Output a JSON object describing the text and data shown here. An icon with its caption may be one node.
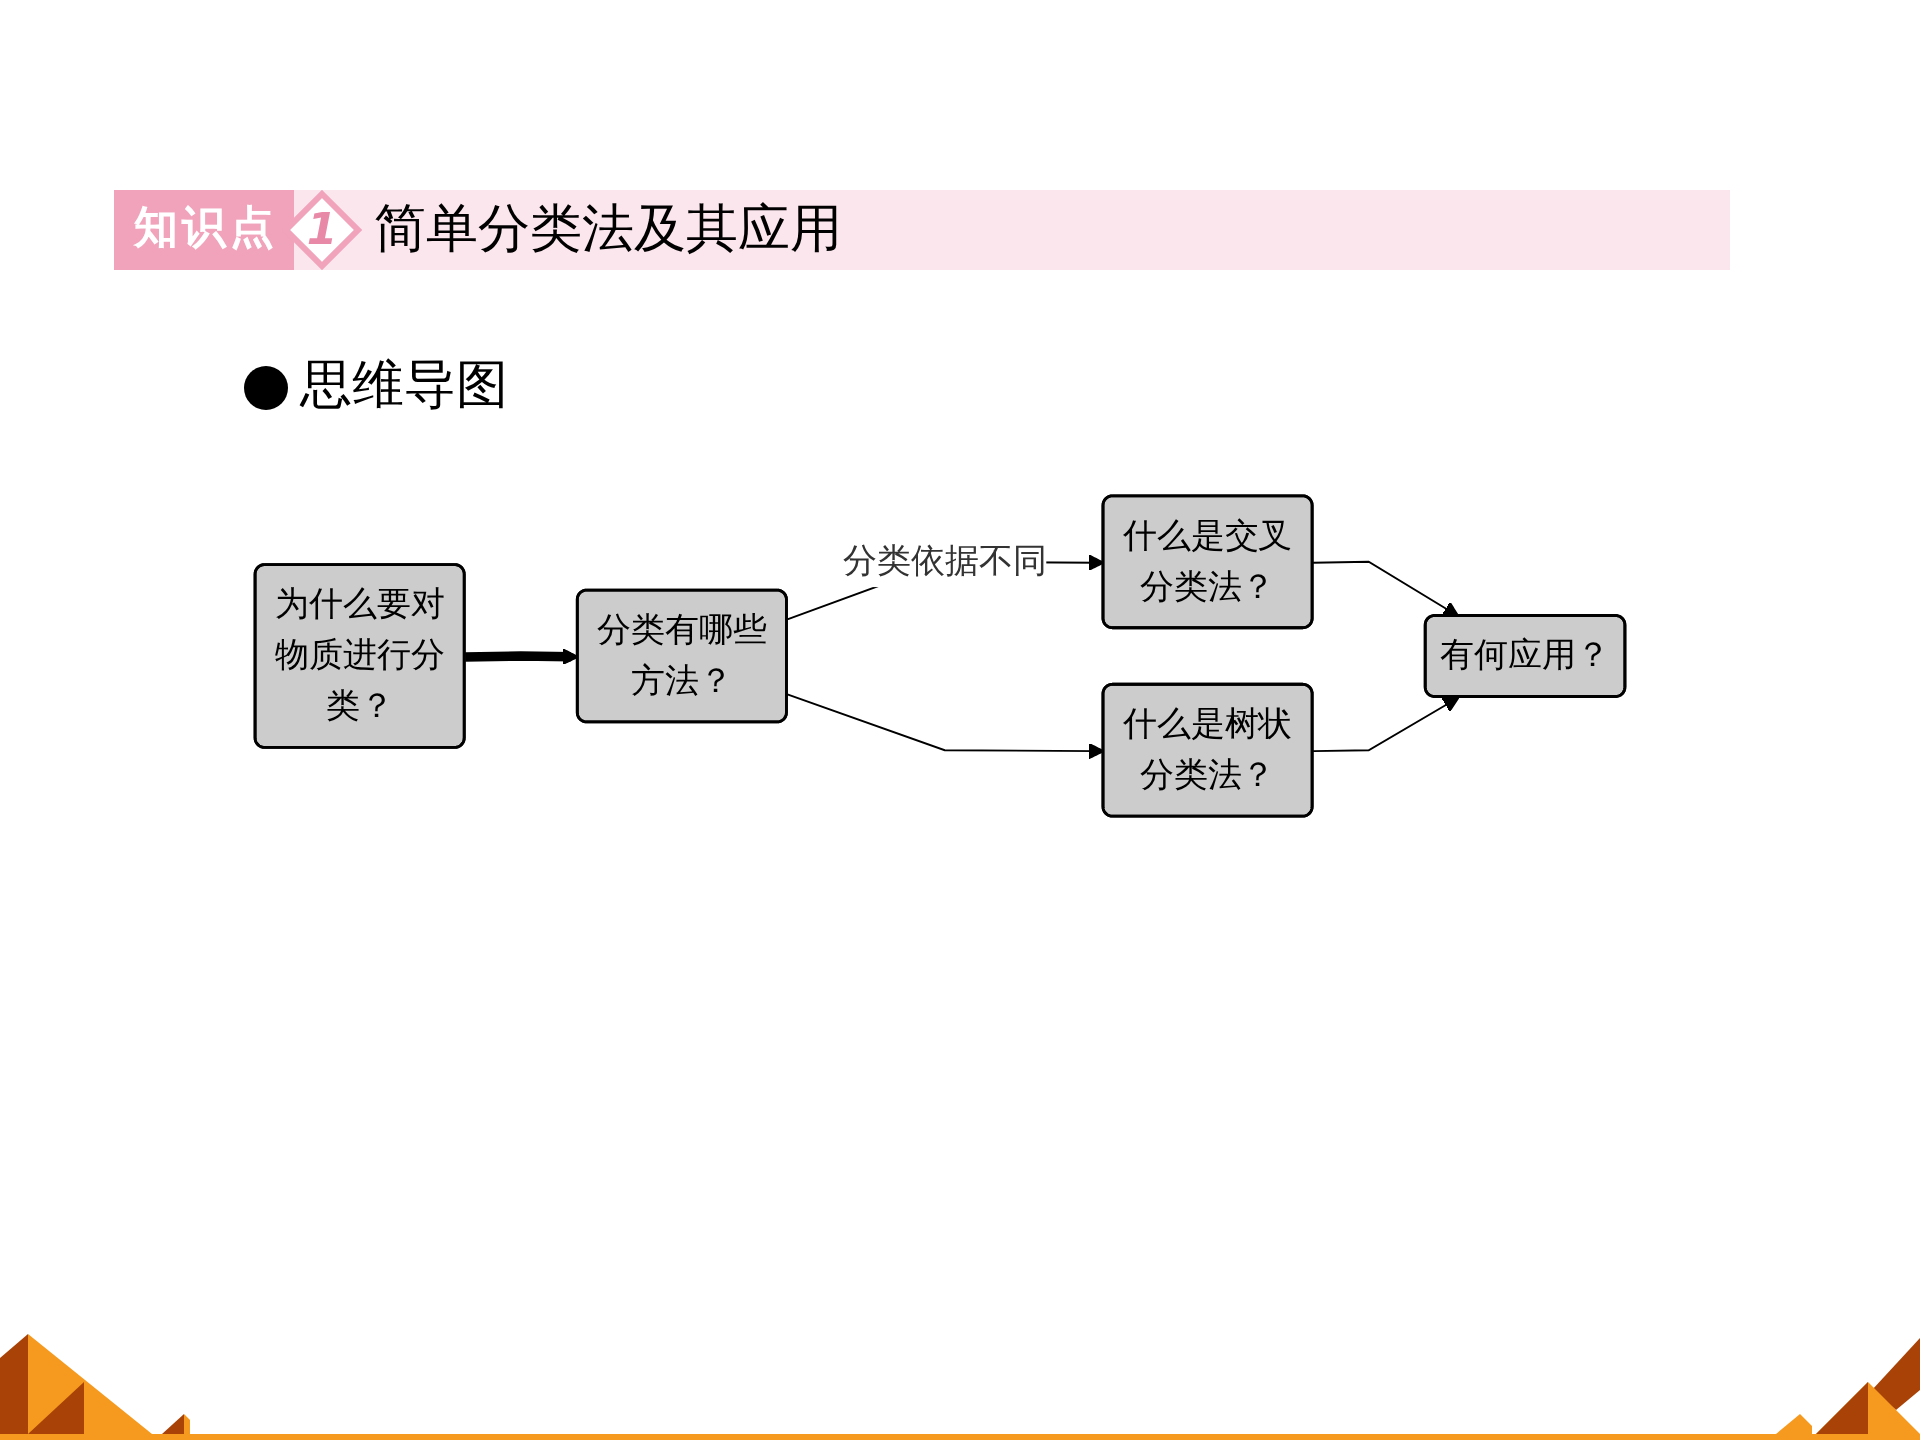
{
  "diagram": {
    "title": "简单分类法及其应用",
    "nodes": [
      {
        "text": [
          "为什么要对物质进行分类？"
        ]
      },
      {
        "text": [
          "分类有哪些方法？"
        ]
      },
      {
        "text": [
          "什么是交叉分类法？"
        ]
      },
      {
        "text": [
          "什么是树状分类法？"
        ]
      },
      {
        "text": [
          "有何应用？"
        ]
      }
    ],
    "edges": [
      {
        "from": 0,
        "to": 1,
        "arrow": "to",
        "style": "thick"
      },
      {
        "from": 1,
        "to": 2,
        "arrow": "to",
        "label": "分类依据不同"
      },
      {
        "from": 1,
        "to": 3,
        "arrow": "to"
      },
      {
        "from": 2,
        "to": 4,
        "arrow": "to"
      },
      {
        "from": 3,
        "to": 4,
        "arrow": "to"
      }
    ],
    "labels": [
      "知识点",
      "1",
      "思维导图"
    ]
  }
}
